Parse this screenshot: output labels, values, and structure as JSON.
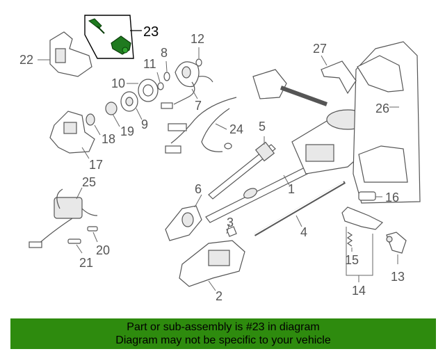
{
  "diagram": {
    "callouts": {
      "c1": "1",
      "c2": "2",
      "c3": "3",
      "c4": "4",
      "c5": "5",
      "c6": "6",
      "c7": "7",
      "c8": "8",
      "c9": "9",
      "c10": "10",
      "c11": "11",
      "c12": "12",
      "c13": "13",
      "c14": "14",
      "c15": "15",
      "c16": "16",
      "c17": "17",
      "c18": "18",
      "c19": "19",
      "c20": "20",
      "c21": "21",
      "c22": "22",
      "c23": "23",
      "c24": "24",
      "c25": "25",
      "c26": "26",
      "c27": "27"
    },
    "highlighted_part": "23",
    "highlight_color": "#1f7a1f"
  },
  "banner": {
    "line1": "Part or sub-assembly is #23 in diagram",
    "line2": "Diagram may not be specific to your vehicle",
    "background": "#2e8b0e"
  }
}
